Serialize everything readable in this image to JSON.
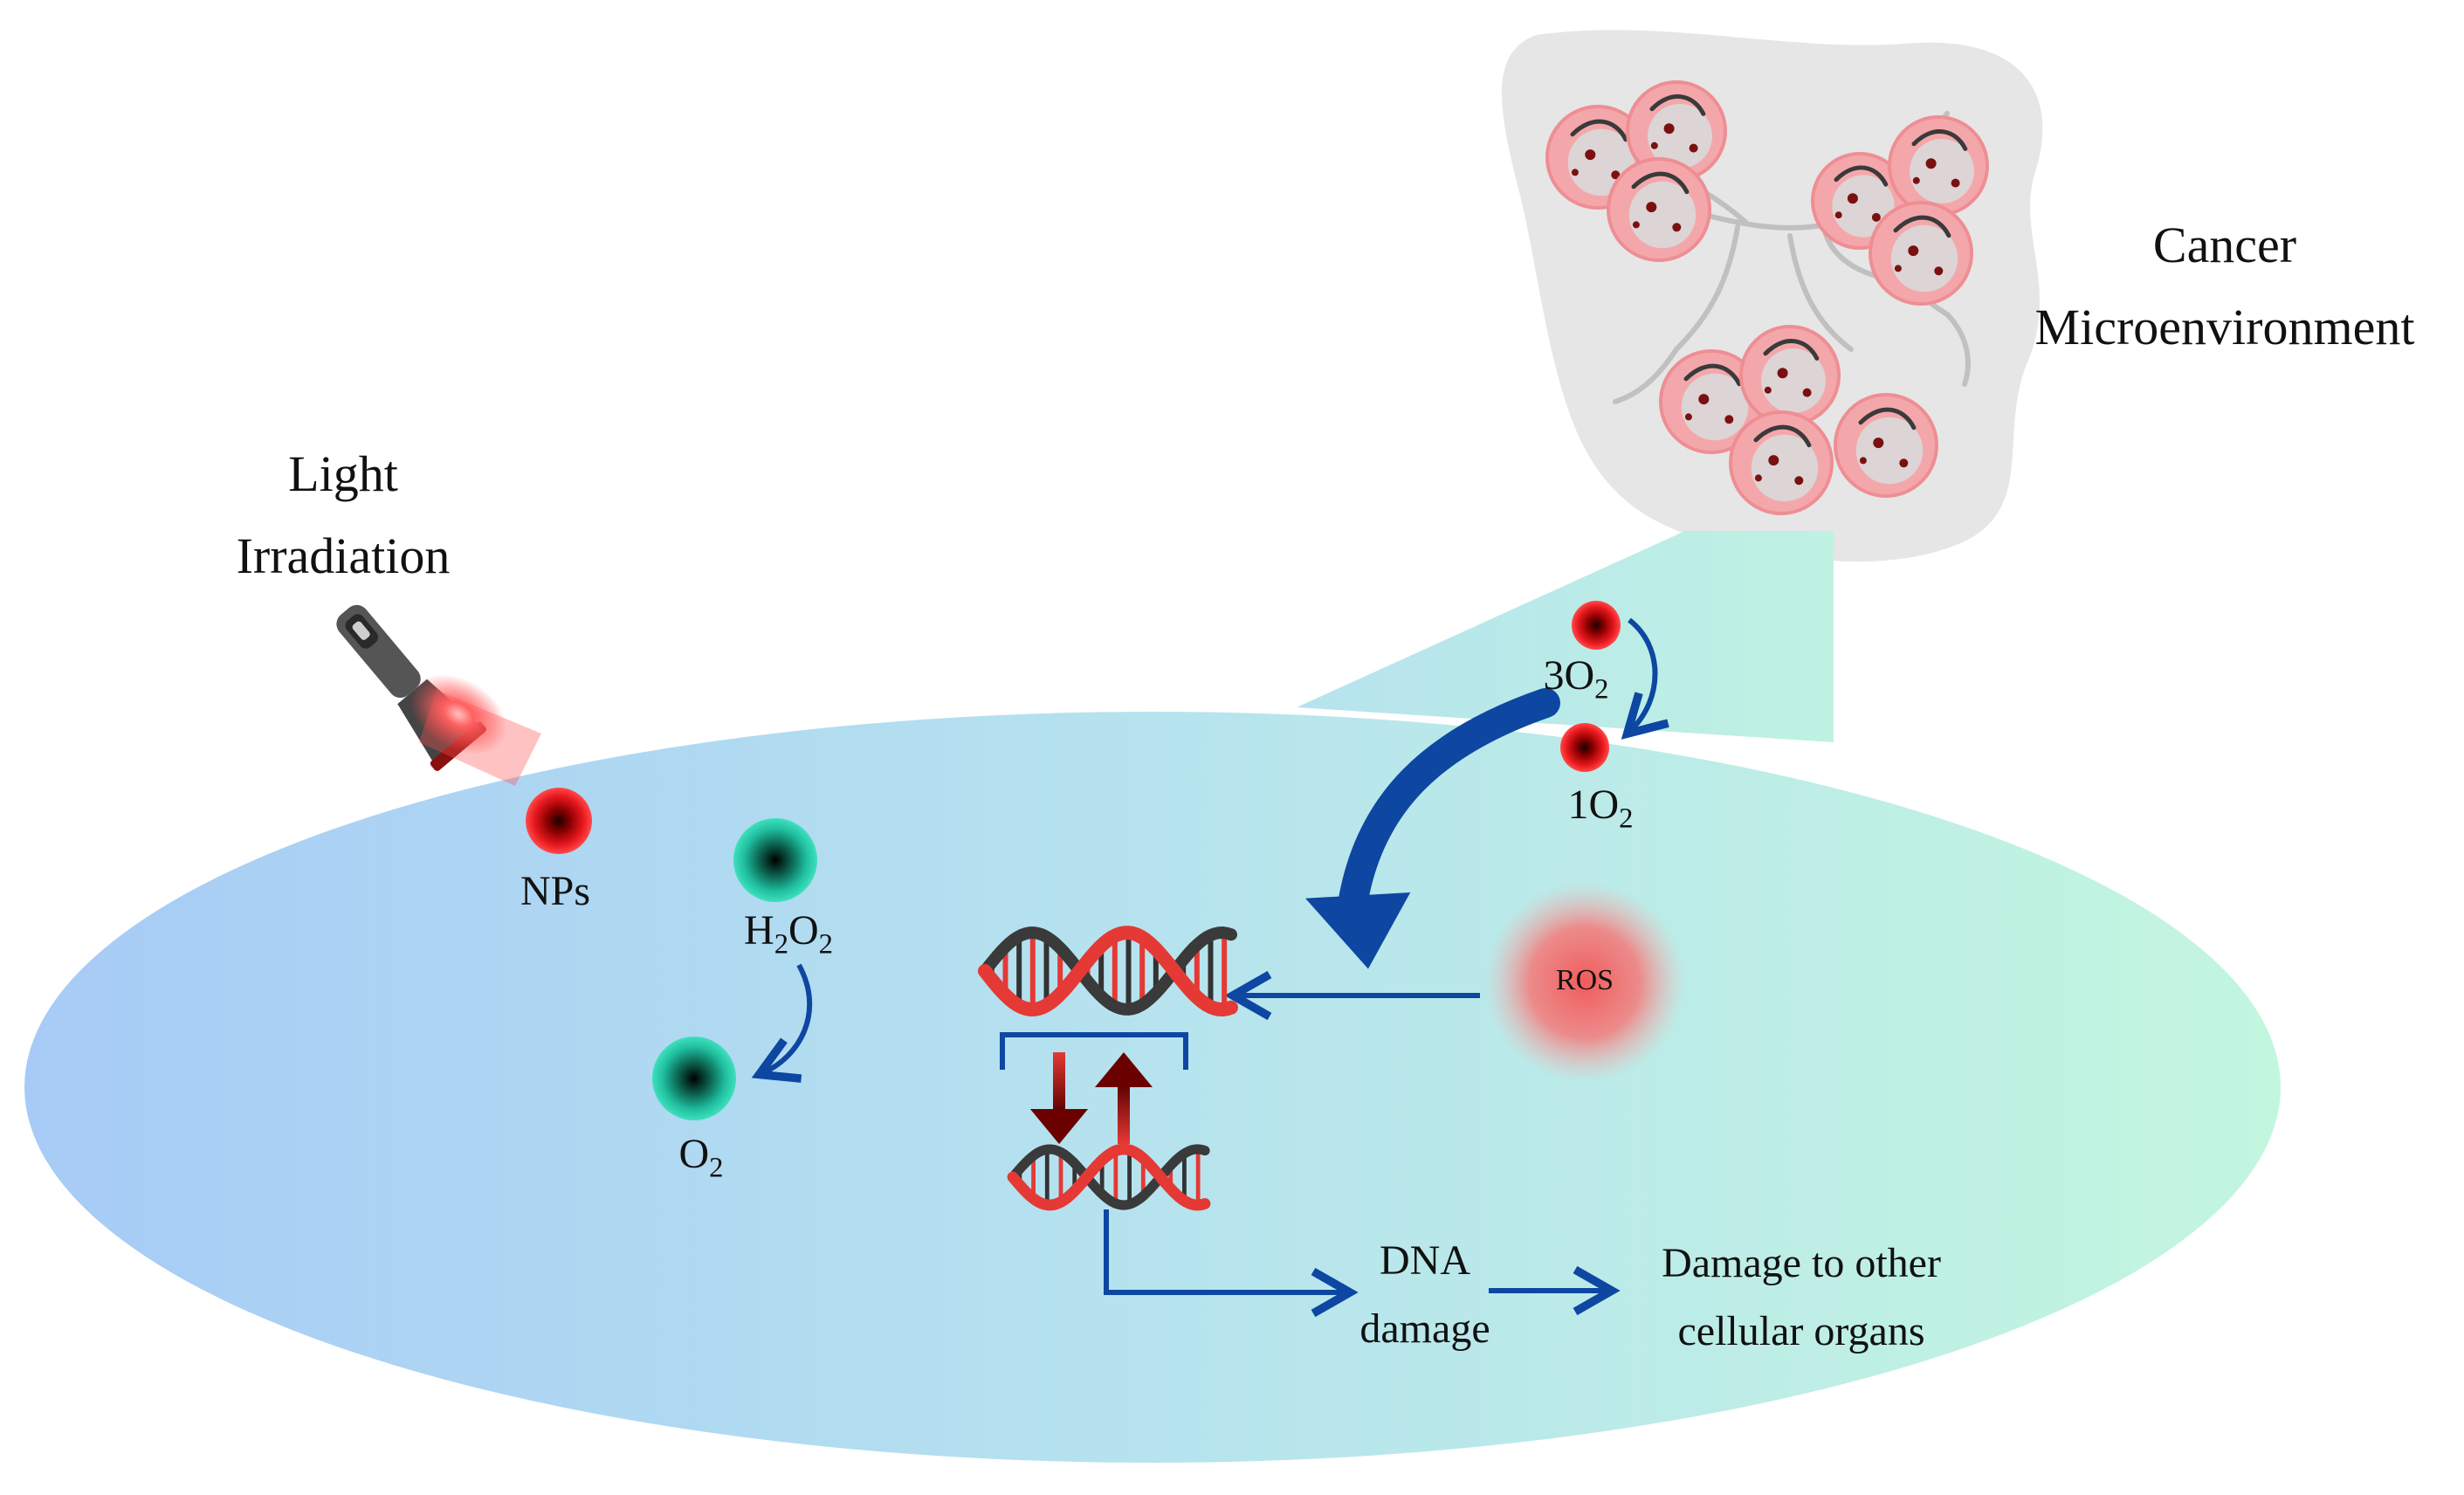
{
  "labels": {
    "light_line1": "Light",
    "light_line2": "Irradiation",
    "cancer_line1": "Cancer",
    "cancer_line2": "Microenvironment",
    "nps": "NPs",
    "h2o2": {
      "base": "H",
      "sub1": "2",
      "mid": "O",
      "sub2": "2"
    },
    "o2": {
      "base": "O",
      "sub": "2"
    },
    "triplet_o2": {
      "base": "3O",
      "sub": "2"
    },
    "singlet_o2": {
      "base": "1O",
      "sub": "2"
    },
    "ros": "ROS",
    "dna_damage_line1": "DNA",
    "dna_damage_line2": "damage",
    "other_damage_line1": "Damage to other",
    "other_damage_line2": "cellular organs"
  },
  "colors": {
    "ellipse_left": "#a9cdf7",
    "ellipse_right": "#c2f5df",
    "arrow_blue": "#0d47a1",
    "np_red": "#e8191f",
    "h2o2_teal": "#1fbf9f",
    "ros_red": "#f25a5a",
    "dna_red": "#e53935",
    "dna_dark": "#3a3a3a",
    "cell_pink": "#f4a7aa",
    "tissue_gray": "#e4e4e4"
  }
}
